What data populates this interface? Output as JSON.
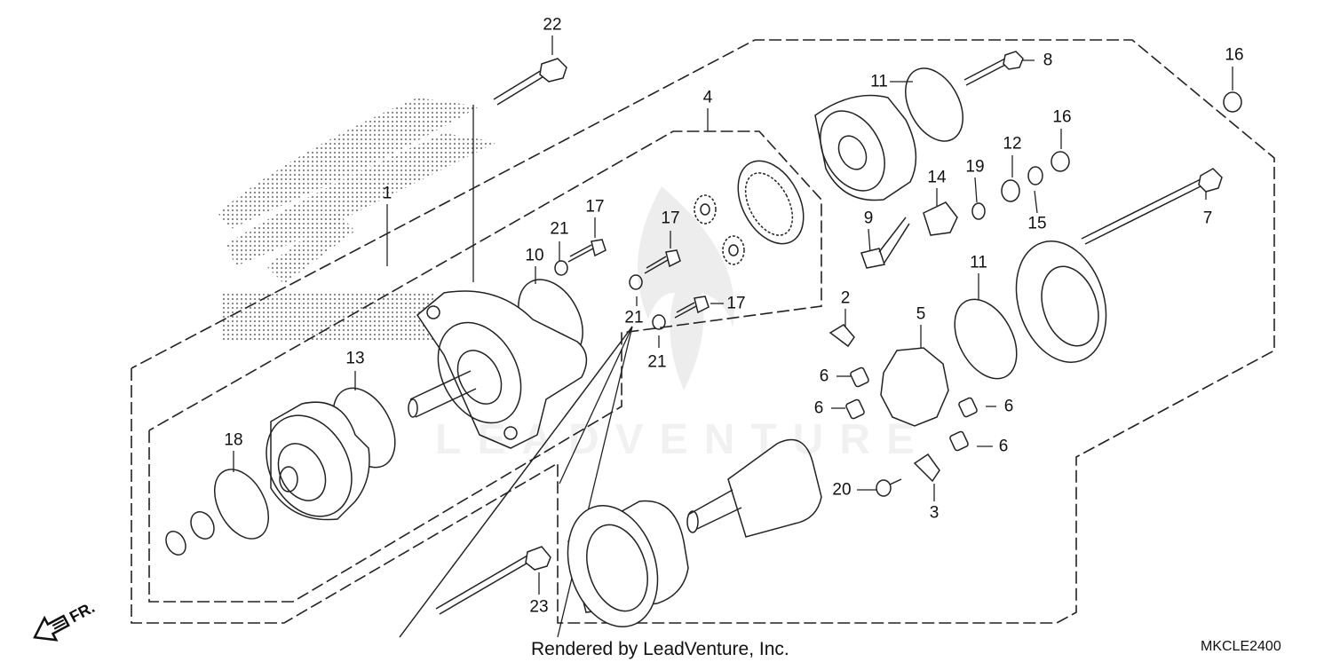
{
  "diagram": {
    "footer_credit": "Rendered by LeadVenture, Inc.",
    "diagram_code": "MKCLE2400",
    "direction_label": "FR.",
    "watermark_text": "LEADVENTURE",
    "line_color": "#222222",
    "callouts": [
      {
        "id": "22",
        "text": "22"
      },
      {
        "id": "1",
        "text": "1"
      },
      {
        "id": "4",
        "text": "4"
      },
      {
        "id": "21a",
        "text": "21"
      },
      {
        "id": "17a",
        "text": "17"
      },
      {
        "id": "10",
        "text": "10"
      },
      {
        "id": "17b",
        "text": "17"
      },
      {
        "id": "21b",
        "text": "21"
      },
      {
        "id": "17c",
        "text": "17"
      },
      {
        "id": "21c",
        "text": "21"
      },
      {
        "id": "13",
        "text": "13"
      },
      {
        "id": "18",
        "text": "18"
      },
      {
        "id": "23",
        "text": "23"
      },
      {
        "id": "11a",
        "text": "11"
      },
      {
        "id": "8",
        "text": "8"
      },
      {
        "id": "16a",
        "text": "16"
      },
      {
        "id": "16b",
        "text": "16"
      },
      {
        "id": "12",
        "text": "12"
      },
      {
        "id": "14",
        "text": "14"
      },
      {
        "id": "19",
        "text": "19"
      },
      {
        "id": "15",
        "text": "15"
      },
      {
        "id": "7",
        "text": "7"
      },
      {
        "id": "9",
        "text": "9"
      },
      {
        "id": "11b",
        "text": "11"
      },
      {
        "id": "2",
        "text": "2"
      },
      {
        "id": "5",
        "text": "5"
      },
      {
        "id": "6a",
        "text": "6"
      },
      {
        "id": "6b",
        "text": "6"
      },
      {
        "id": "6c",
        "text": "6"
      },
      {
        "id": "6d",
        "text": "6"
      },
      {
        "id": "20",
        "text": "20"
      },
      {
        "id": "3",
        "text": "3"
      }
    ]
  }
}
